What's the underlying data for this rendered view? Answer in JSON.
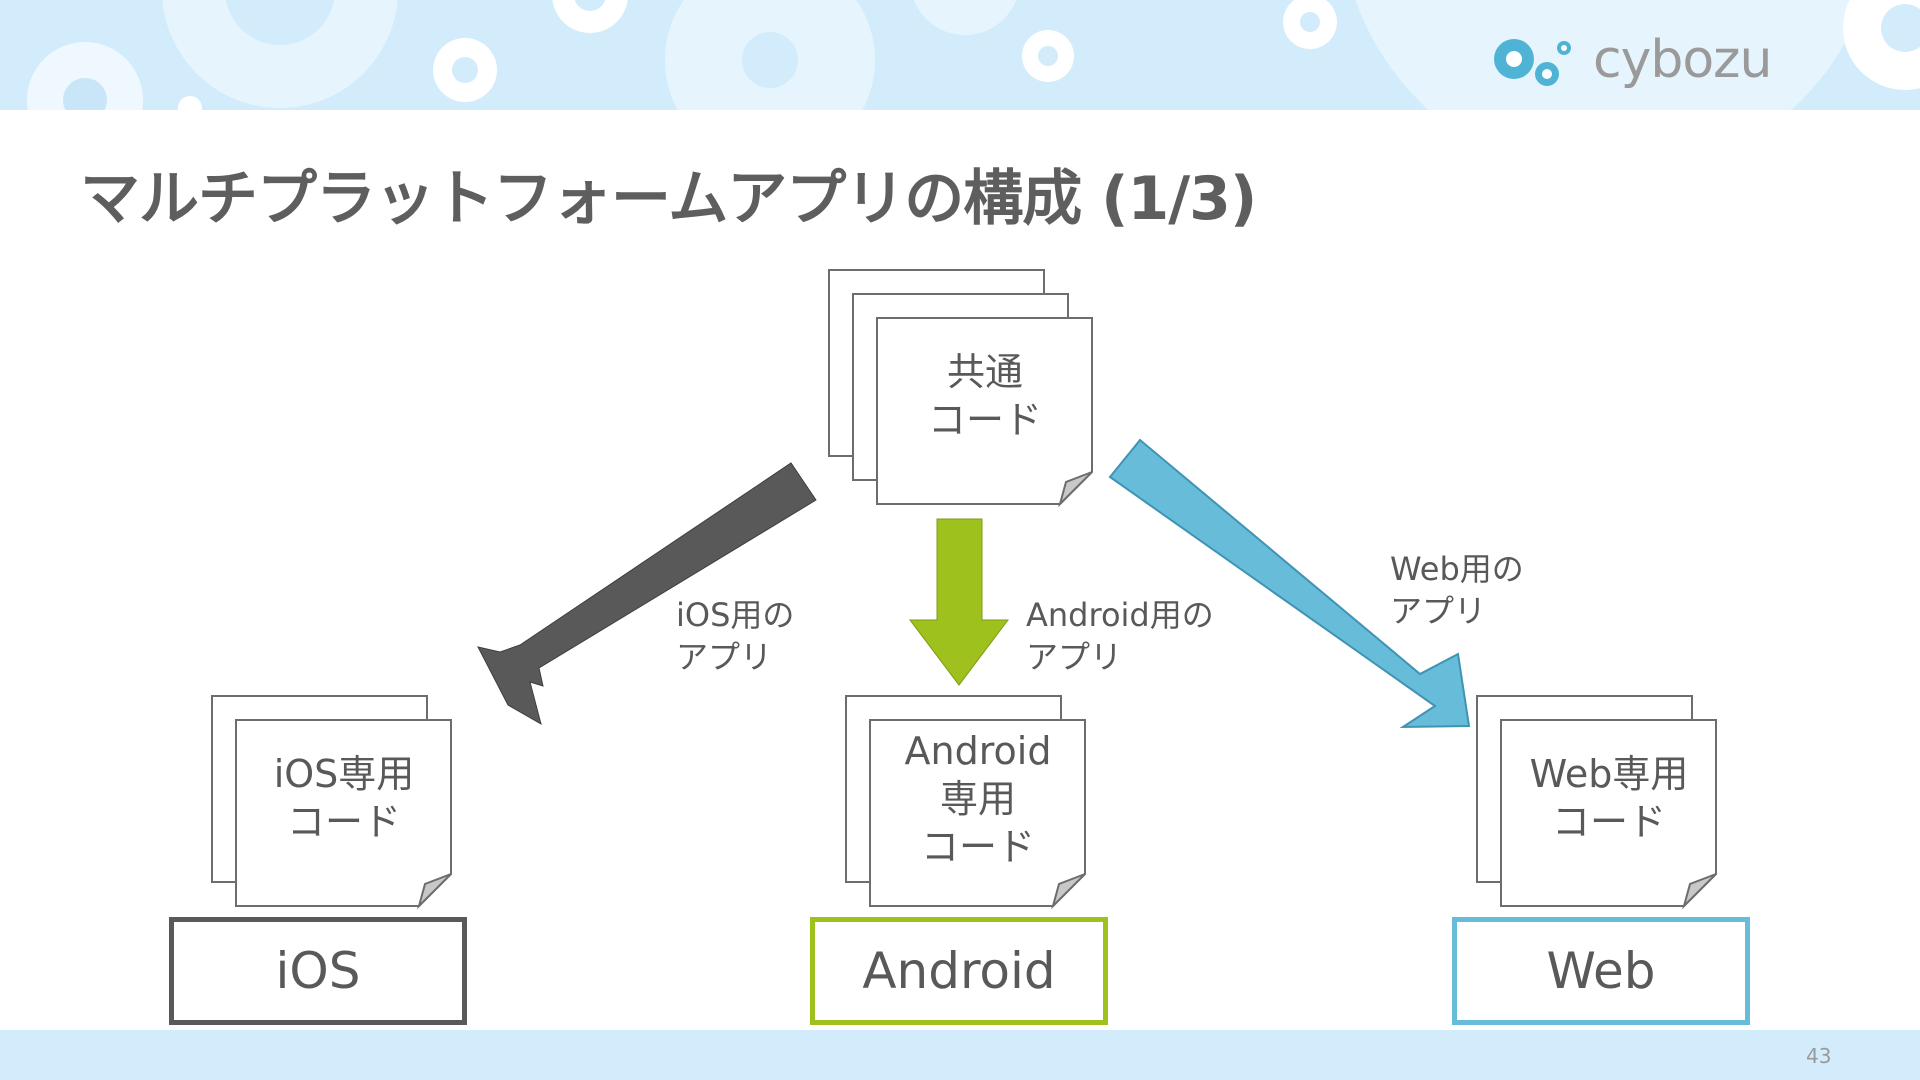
{
  "slide": {
    "title": "マルチプラットフォームアプリの構成 (1/3)",
    "page_number": "43",
    "logo_text": "cybozu"
  },
  "diagram": {
    "common_code": {
      "line1": "共通",
      "line2": "コード"
    },
    "arrows": {
      "ios": {
        "line1": "iOS用の",
        "line2": "アプリ",
        "color": "#595959"
      },
      "android": {
        "line1": "Android用の",
        "line2": "アプリ",
        "color": "#9fc11e"
      },
      "web": {
        "line1": "Web用の",
        "line2": "アプリ",
        "color": "#67bcd9"
      }
    },
    "platform_code": {
      "ios": {
        "line1": "iOS専用",
        "line2": "コード"
      },
      "android": {
        "line1": "Android",
        "line2": "専用",
        "line3": "コード"
      },
      "web": {
        "line1": "Web専用",
        "line2": "コード"
      }
    },
    "platforms": {
      "ios": {
        "label": "iOS",
        "color": "#595959"
      },
      "android": {
        "label": "Android",
        "color": "#9fc11e"
      },
      "web": {
        "label": "Web",
        "color": "#67bcd9"
      }
    }
  },
  "colors": {
    "band": "#d2ecfb",
    "title": "#5e5e5e",
    "ios": "#595959",
    "android": "#9fc11e",
    "web": "#67bcd9"
  }
}
